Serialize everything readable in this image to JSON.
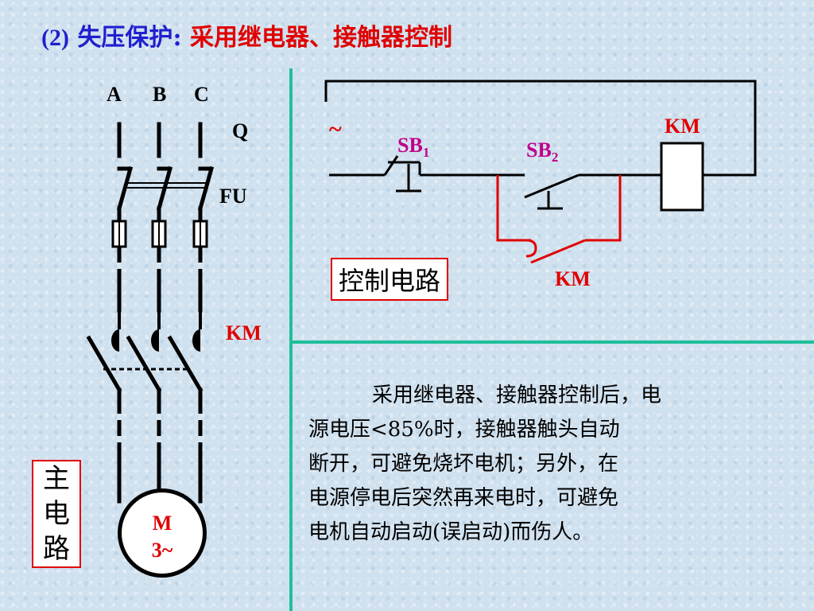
{
  "title": {
    "number": "(2)",
    "topic": "失压保护",
    "colon": ":",
    "subtitle": "采用继电器、接触器控制"
  },
  "main_circuit": {
    "phases": [
      "A",
      "B",
      "C"
    ],
    "switch_label": "Q",
    "fuse_label": "FU",
    "contactor_label": "KM",
    "motor_line1": "M",
    "motor_line2": "3~",
    "box_label": [
      "主",
      "电",
      "路"
    ]
  },
  "control_circuit": {
    "ac_symbol": "~",
    "sb1": {
      "base": "SB",
      "sub": "1"
    },
    "sb2": {
      "base": "SB",
      "sub": "2"
    },
    "coil_label": "KM",
    "aux_contact_label": "KM",
    "box_label": "控制电路"
  },
  "description": {
    "lines": [
      "采用继电器、接触器控制后，电",
      "源电压<85%时，接触器触头自动",
      "断开，可避免烧坏电机；另外，在",
      "电源停电后突然再来电时，可避免",
      "电机自动启动(误启动)而伤人。"
    ]
  },
  "colors": {
    "divider": "#1fbf9a",
    "accent_red": "#e00000",
    "title_blue": "#1f1fcf",
    "label_magenta": "#c0008a"
  }
}
